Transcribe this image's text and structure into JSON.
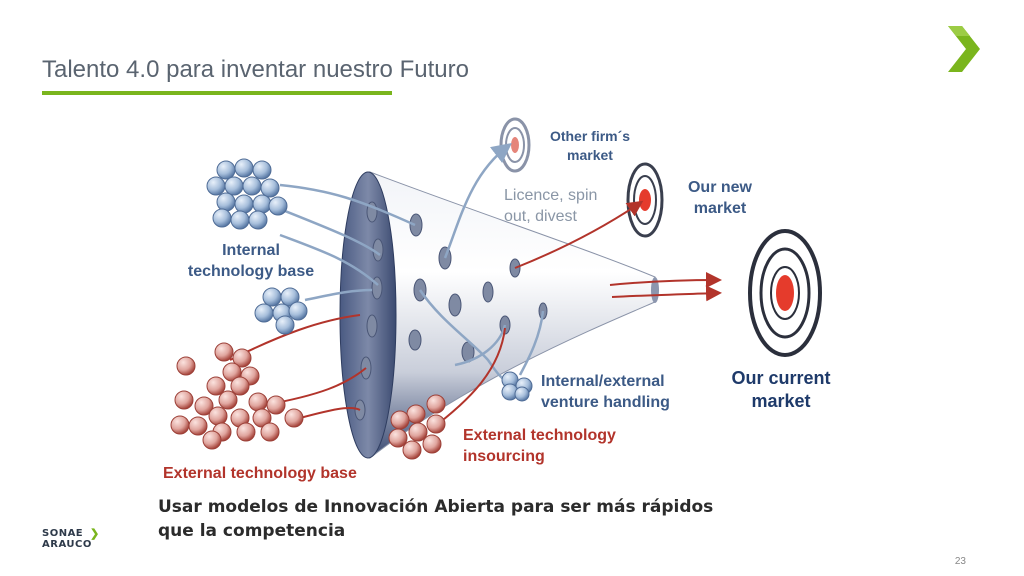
{
  "slide": {
    "title": "Talento 4.0 para inventar nuestro Futuro",
    "caption_line1": "Usar modelos de Innovación Abierta para ser más rápidos",
    "caption_line2": "que la competencia",
    "page_number": "23",
    "brand_line1": "SONAE",
    "brand_line2": "ARAUCO",
    "colors": {
      "accent_green": "#7ab51d",
      "blue_label": "#3c5a86",
      "red_label": "#b2342b",
      "target_red": "#e53b2c"
    }
  },
  "diagram": {
    "internal_tech_line1": "Internal",
    "internal_tech_line2": "technology base",
    "other_firm_line1": "Other firm´s",
    "other_firm_line2": "market",
    "licence_line1": "Licence, spin",
    "licence_line2": "out, divest",
    "new_market_line1": "Our new",
    "new_market_line2": "market",
    "current_market_line1": "Our current",
    "current_market_line2": "market",
    "venture_line1": "Internal/external",
    "venture_line2": "venture handling",
    "insourcing_line1": "External technology",
    "insourcing_line2": "insourcing",
    "external_base": "External technology base"
  }
}
